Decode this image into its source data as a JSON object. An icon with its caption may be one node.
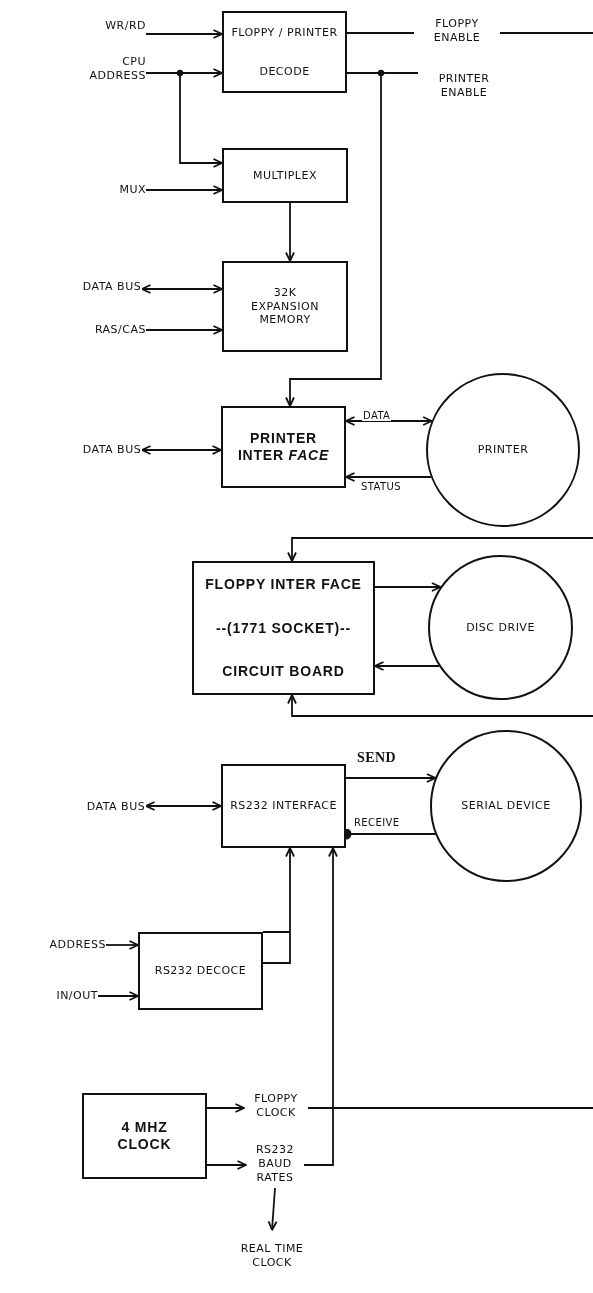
{
  "diagram": {
    "nodes": [
      {
        "text": [
          "WR/RD"
        ]
      },
      {
        "text": [
          "CPU ADDRESS"
        ]
      },
      {
        "text": [
          "FLOPPY / PRINTER",
          "DECODE"
        ]
      },
      {
        "text": [
          "FLOPPY ENABLE"
        ]
      },
      {
        "text": [
          "PRINTER ENABLE"
        ]
      },
      {
        "text": [
          "MUX"
        ]
      },
      {
        "text": [
          "MULTIPLEX"
        ]
      },
      {
        "text": [
          "DATA BUS"
        ]
      },
      {
        "text": [
          "RAS/CAS"
        ]
      },
      {
        "text": [
          "32K EXPANSION MEMORY"
        ]
      },
      {
        "text": [
          "DATA BUS"
        ]
      },
      {
        "text": [
          "PRINTER INTER *FACE*"
        ]
      },
      {
        "text": [
          "PRINTER"
        ]
      },
      {
        "text": [
          "FLOPPY INTER FACE",
          "--(1771 SOCKET)--",
          "CIRCUIT BOARD"
        ]
      },
      {
        "text": [
          "DISC DRIVE"
        ]
      },
      {
        "text": [
          "DATA BUS"
        ]
      },
      {
        "text": [
          "RS232 INTERFACE"
        ]
      },
      {
        "text": [
          "SERIAL DEVICE"
        ]
      },
      {
        "text": [
          "ADDRESS"
        ]
      },
      {
        "text": [
          "IN/OUT"
        ]
      },
      {
        "text": [
          "RS232 DECOCE"
        ]
      },
      {
        "text": [
          "4 MHZ CLOCK"
        ]
      },
      {
        "text": [
          "FLOPPY CLOCK"
        ]
      },
      {
        "text": [
          "RS232 BAUD RATES"
        ]
      },
      {
        "text": [
          "REAL TIME CLOCK"
        ]
      }
    ],
    "edges": [
      {
        "from": 0,
        "to": 2,
        "arrow": "to"
      },
      {
        "from": 1,
        "to": 2,
        "arrow": "to"
      },
      {
        "from": 1,
        "to": 6,
        "arrow": "to"
      },
      {
        "from": 5,
        "to": 6,
        "arrow": "to"
      },
      {
        "from": 2,
        "to": 3,
        "arrow": "none"
      },
      {
        "from": 2,
        "to": 4,
        "arrow": "none"
      },
      {
        "from": 3,
        "to": null,
        "arrow": "none"
      },
      {
        "from": 2,
        "to": 11,
        "arrow": "to"
      },
      {
        "from": 6,
        "to": 9,
        "arrow": "to"
      },
      {
        "from": 7,
        "to": 9,
        "arrow": "both"
      },
      {
        "from": 8,
        "to": 9,
        "arrow": "to"
      },
      {
        "from": 10,
        "to": 11,
        "arrow": "both"
      },
      {
        "from": 11,
        "to": 12,
        "arrow": "both",
        "label": "DATA"
      },
      {
        "from": 12,
        "to": 11,
        "arrow": "to",
        "label": "STATUS"
      },
      {
        "from": null,
        "to": 13,
        "arrow": "to"
      },
      {
        "from": 13,
        "to": 14,
        "arrow": "to"
      },
      {
        "from": 14,
        "to": 13,
        "arrow": "to"
      },
      {
        "from": null,
        "to": 13,
        "arrow": "to"
      },
      {
        "from": 15,
        "to": 16,
        "arrow": "both"
      },
      {
        "from": 16,
        "to": 17,
        "arrow": "to",
        "label": "SEND"
      },
      {
        "from": 17,
        "to": 16,
        "arrow": "other",
        "label": "RECEIVE"
      },
      {
        "from": 18,
        "to": 20,
        "arrow": "to"
      },
      {
        "from": 19,
        "to": 20,
        "arrow": "to"
      },
      {
        "from": 20,
        "to": 16,
        "arrow": "to"
      },
      {
        "from": 23,
        "to": 16,
        "arrow": "to"
      },
      {
        "from": 21,
        "to": 22,
        "arrow": "to"
      },
      {
        "from": 21,
        "to": 23,
        "arrow": "to"
      },
      {
        "from": 22,
        "to": null,
        "arrow": "none"
      },
      {
        "from": 23,
        "to": 24,
        "arrow": "to"
      }
    ]
  }
}
